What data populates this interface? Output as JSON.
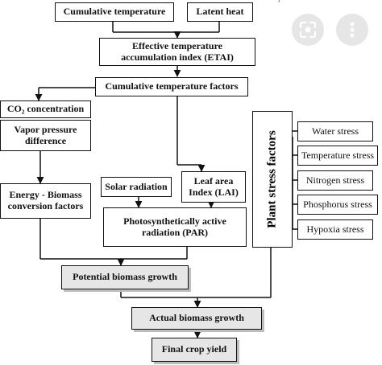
{
  "header": {
    "top_text": "p"
  },
  "boxes": {
    "cumulative_temperature": "Cumulative temperature",
    "latent_heat": "Latent heat",
    "etai": "Effective temperature\naccumulation index (ETAI)",
    "cumulative_temperature_factors": "Cumulative temperature factors",
    "co2_concentration": "CO₂ concentration",
    "vapor_pressure_difference": "Vapor pressure\ndifference",
    "energy_biomass": "Energy - Biomass\nconversion factors",
    "solar_radiation": "Solar radiation",
    "leaf_area_index": "Leaf area\nIndex (LAI)",
    "par": "Photosynthetically active\nradiation (PAR)",
    "potential_biomass_growth": "Potential biomass growth",
    "actual_biomass_growth": "Actual biomass growth",
    "final_crop_yield": "Final crop yield",
    "plant_stress_factors": "Plant stress factors"
  },
  "stresses": [
    "Water stress",
    "Temperature stress",
    "Nitrogen stress",
    "Phosphorus stress",
    "Hypoxia stress"
  ],
  "overlay_buttons": [
    {
      "icon": "lens-search-icon"
    },
    {
      "icon": "more-vertical-icon"
    }
  ],
  "colors": {
    "line": "#111111",
    "shaded_fill": "#e6e6e6",
    "overlay_button": "#e6e6e6"
  }
}
